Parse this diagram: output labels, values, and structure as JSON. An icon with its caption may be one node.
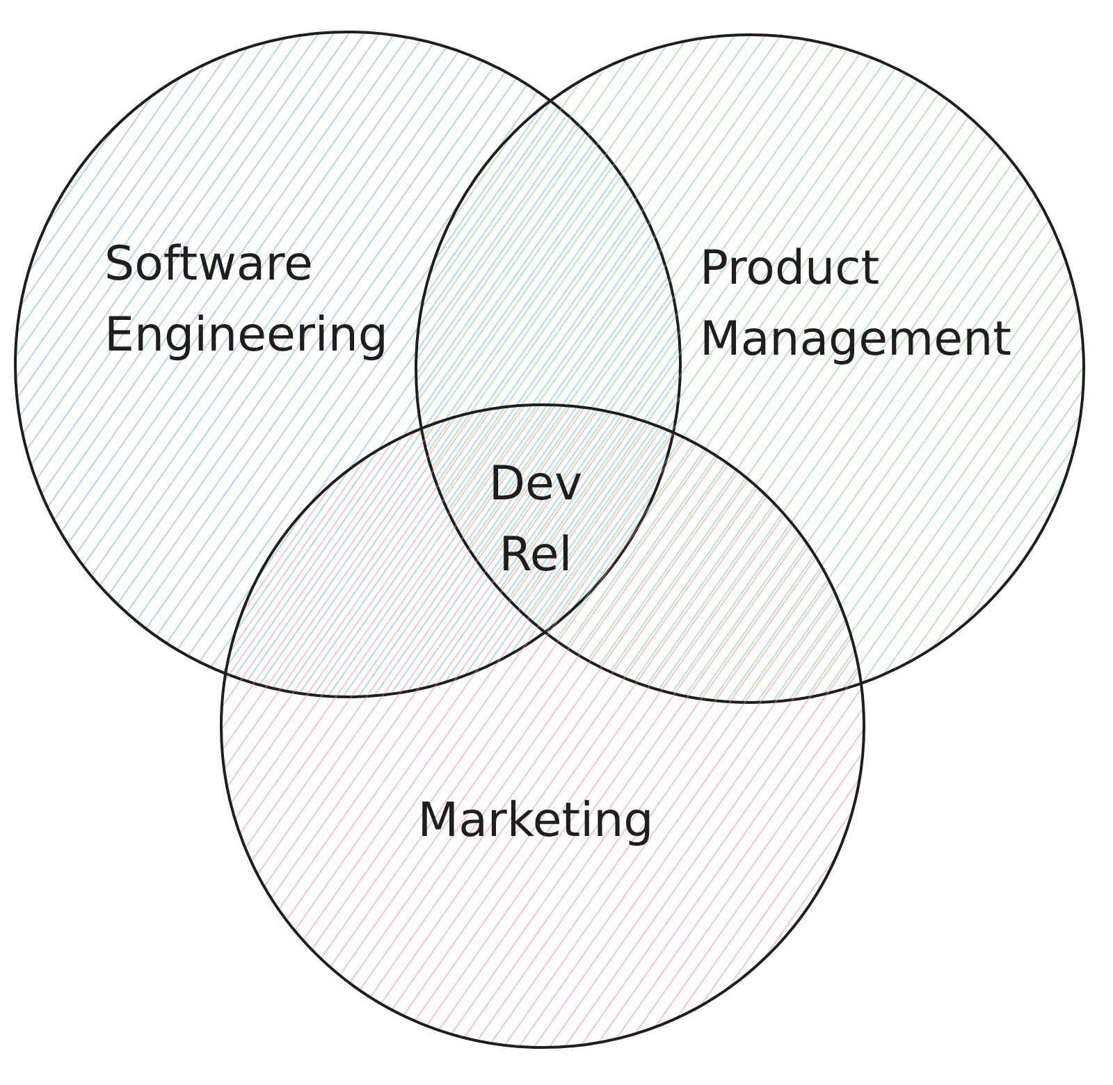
{
  "diagram": {
    "nodes": [
      {
        "text": [
          "Software Engineering"
        ]
      },
      {
        "text": [
          "Product Management"
        ]
      },
      {
        "text": [
          "Marketing"
        ]
      }
    ],
    "labels": [
      "Dev Rel"
    ]
  }
}
